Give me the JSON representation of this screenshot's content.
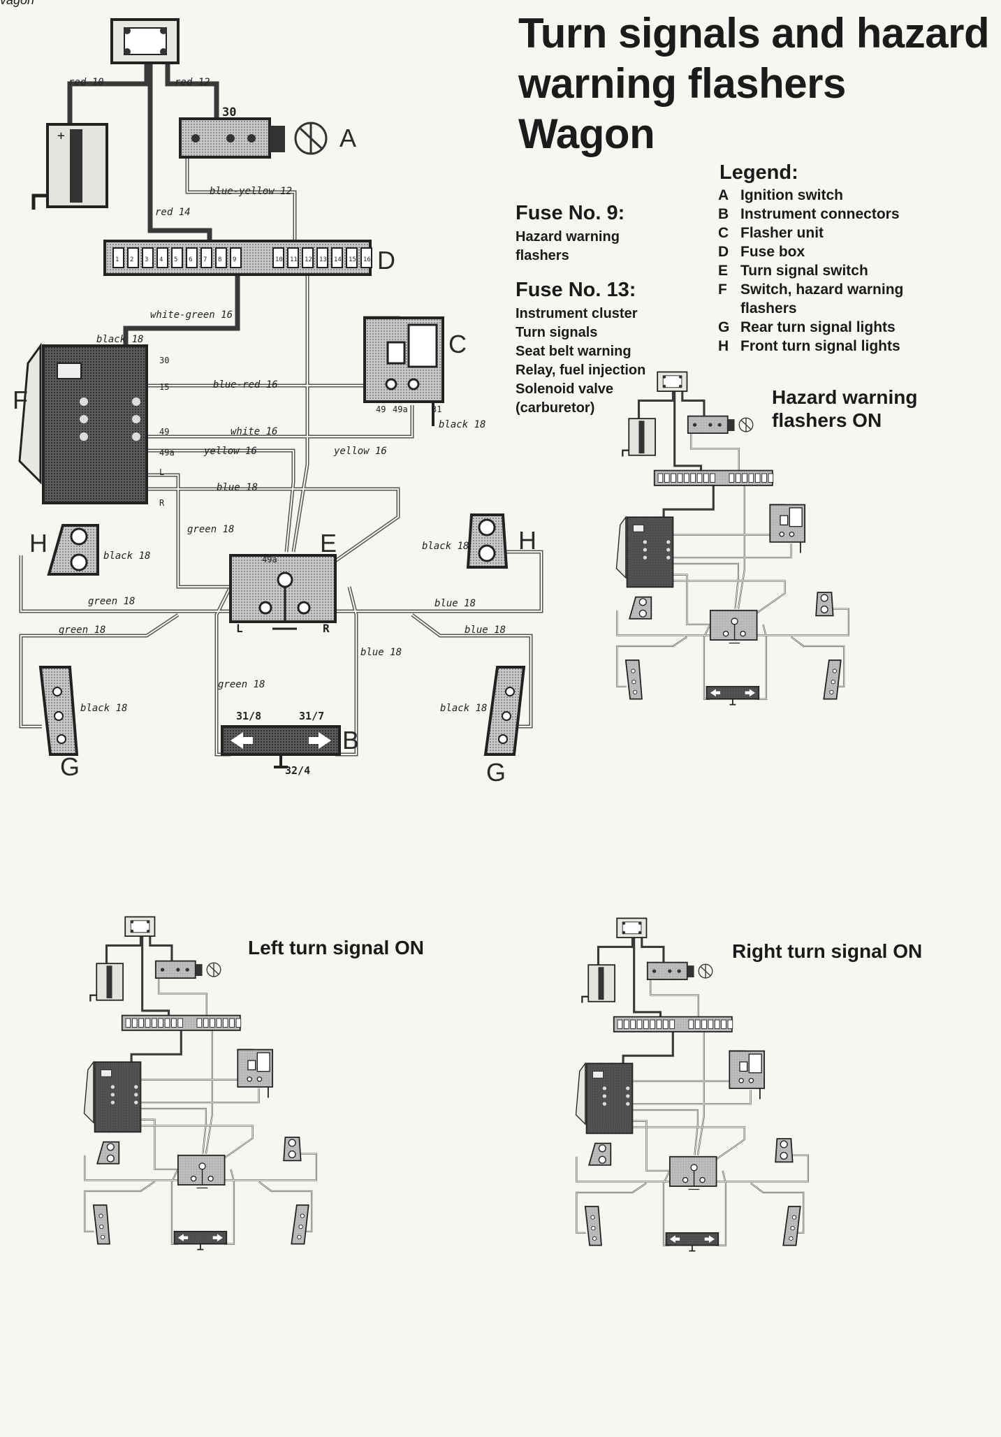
{
  "corner_label": "vagon",
  "title": [
    "Turn signals and hazard",
    "warning flashers",
    "Wagon"
  ],
  "legend": {
    "heading": "Legend:",
    "items": [
      {
        "key": "A",
        "text": "Ignition switch"
      },
      {
        "key": "B",
        "text": "Instrument connectors"
      },
      {
        "key": "C",
        "text": "Flasher unit"
      },
      {
        "key": "D",
        "text": "Fuse box"
      },
      {
        "key": "E",
        "text": "Turn signal switch"
      },
      {
        "key": "F",
        "text": "Switch, hazard warning"
      },
      {
        "key": "",
        "text": "flashers"
      },
      {
        "key": "G",
        "text": "Rear turn signal lights"
      },
      {
        "key": "H",
        "text": "Front turn signal lights"
      }
    ]
  },
  "fuse9": {
    "heading": "Fuse No. 9:",
    "lines": [
      "Hazard warning",
      "flashers"
    ]
  },
  "fuse13": {
    "heading": "Fuse No. 13:",
    "lines": [
      "Instrument cluster",
      "Turn signals",
      "Seat belt warning",
      "Relay, fuel injection",
      "Solenoid valve",
      "(carburetor)"
    ]
  },
  "captions": {
    "hazard": [
      "Hazard warning",
      "flashers ON"
    ],
    "left": "Left turn signal ON",
    "right": "Right turn signal ON"
  },
  "component_labels": {
    "A": "A",
    "B": "B",
    "C": "C",
    "D": "D",
    "E": "E",
    "F": "F",
    "G": "G",
    "H": "H"
  },
  "wires": {
    "red10": "red 10",
    "red12": "red 12",
    "red14": "red 14",
    "blue_yellow12": "blue-yellow 12",
    "white_green16": "white-green 16",
    "black18": "black 18",
    "blue_red16": "blue-red 16",
    "white16": "white 16",
    "yellow16": "yellow 16",
    "blue18": "blue 18",
    "green18": "green 18",
    "terminal_30": "30",
    "terminal_15": "15",
    "terminal_49": "49",
    "terminal_49a": "49a",
    "terminal_31": "31",
    "terminal_L": "L",
    "terminal_R": "R",
    "conn_31_8": "31/8",
    "conn_31_7": "31/7",
    "conn_32_4": "32/4"
  },
  "fuse_numbers": [
    "1",
    "2",
    "3",
    "4",
    "5",
    "6",
    "7",
    "8",
    "9",
    "10",
    "11",
    "12",
    "13",
    "14",
    "15",
    "16"
  ]
}
